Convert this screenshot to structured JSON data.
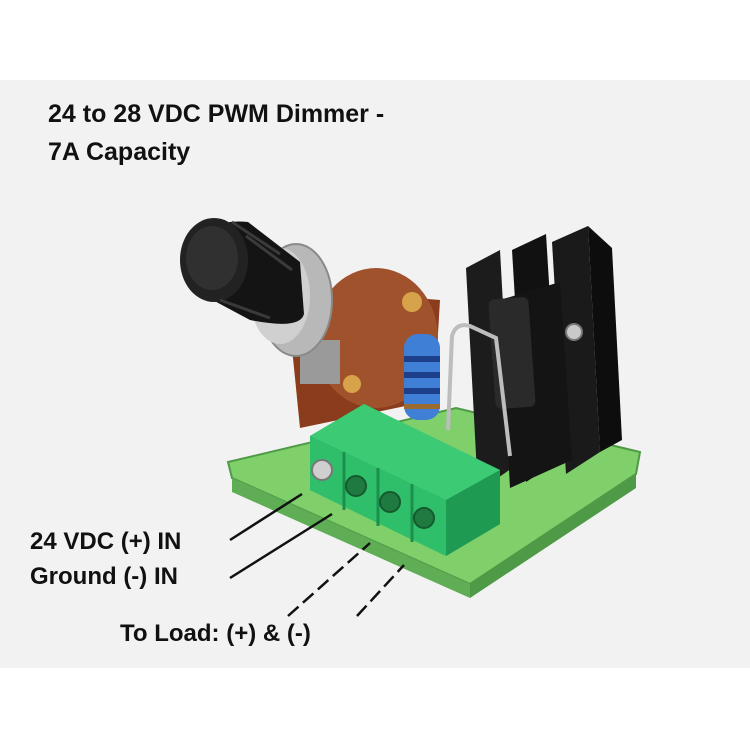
{
  "title": {
    "line1": "24 to 28 VDC PWM Dimmer -",
    "line2": "7A Capacity"
  },
  "callouts": {
    "input_positive": "24 VDC (+) IN",
    "input_ground": "Ground (-) IN",
    "load": "To Load:  (+) & (-)"
  },
  "colors": {
    "background": "#f2f2f2",
    "pcb": "#7fcf6a",
    "terminal_block": "#2fbf6b",
    "heatsink": "#1a1a1a",
    "knob": "#111111",
    "potentiometer_body": "#a0522d",
    "resistor": "#3f7fd6"
  }
}
